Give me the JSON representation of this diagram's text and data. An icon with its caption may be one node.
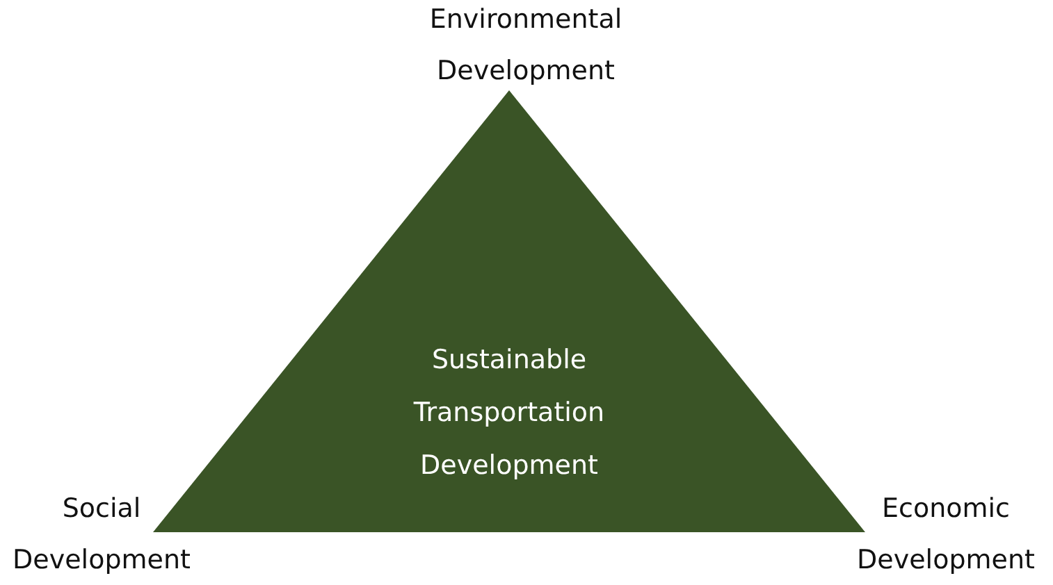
{
  "diagram": {
    "nodes": [
      {
        "text": [
          "Sustainable Transportation Development"
        ]
      }
    ],
    "labels": [
      "Environmental Development",
      "Social Development",
      "Economic Development"
    ]
  }
}
